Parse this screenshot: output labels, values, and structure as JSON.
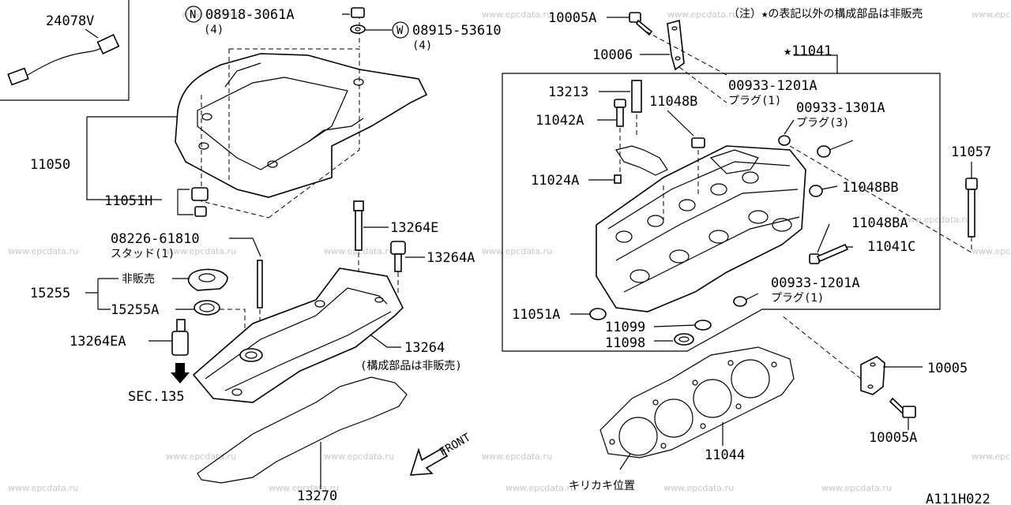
{
  "diagram": {
    "code": "A111H022",
    "note": "（注）★の表記以外の構成部品は非販売",
    "watermark": "www.epcdata.ru",
    "labels": {
      "p24078v": "24078V",
      "p08918": "08918-3061A",
      "p08918_qty": "(4)",
      "p08915": "08915-53610",
      "p08915_qty": "(4)",
      "n_mark": "N",
      "w_mark": "W",
      "p11050": "11050",
      "p11051h": "11051H",
      "p08226": "08226-61810",
      "p08226_note": "スタッド(1)",
      "p15255": "15255",
      "p15255_sub": "非販売",
      "p15255a": "15255A",
      "p13264ea": "13264EA",
      "sec135": "SEC.135",
      "p13264e": "13264E",
      "p13264a": "13264A",
      "p13264": "13264",
      "p13264_note": "(構成部品は非販売)",
      "p13270": "13270",
      "front": "FRONT",
      "p10005a_top": "10005A",
      "p10006": "10006",
      "p11041": "★11041",
      "p13213": "13213",
      "p11042a": "11042A",
      "p11048b": "11048B",
      "p00933_1201a_top": "00933-1201A",
      "plug1_top": "プラグ(1)",
      "p00933_1301a": "00933-1301A",
      "plug3": "プラグ(3)",
      "p11024a": "11024A",
      "p11048bb": "11048BB",
      "p11048ba": "11048BA",
      "p11041c": "11041C",
      "p00933_1201a_bot": "00933-1201A",
      "plug1_bot": "プラグ(1)",
      "p11051a": "11051A",
      "p11099": "11099",
      "p11098": "11098",
      "p11057": "11057",
      "p10005": "10005",
      "p10005a_bot": "10005A",
      "p11044": "11044",
      "kirikaki": "キリカキ位置"
    }
  }
}
